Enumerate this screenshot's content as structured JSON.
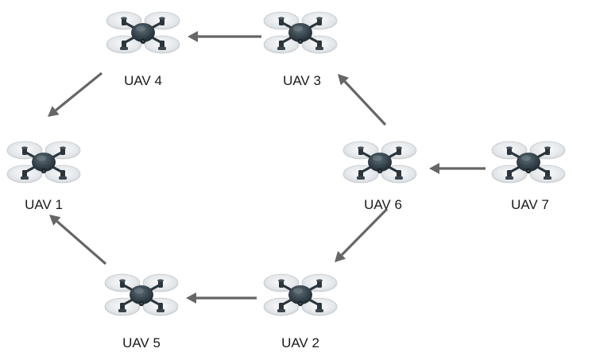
{
  "diagram": {
    "nodes": [
      {
        "id": "uav1",
        "label": "UAV 1",
        "icon": "drone-icon"
      },
      {
        "id": "uav2",
        "label": "UAV 2",
        "icon": "drone-icon"
      },
      {
        "id": "uav3",
        "label": "UAV 3",
        "icon": "drone-icon"
      },
      {
        "id": "uav4",
        "label": "UAV 4",
        "icon": "drone-icon"
      },
      {
        "id": "uav5",
        "label": "UAV 5",
        "icon": "drone-icon"
      },
      {
        "id": "uav6",
        "label": "UAV 6",
        "icon": "drone-icon"
      },
      {
        "id": "uav7",
        "label": "UAV 7",
        "icon": "drone-icon"
      }
    ],
    "edges": [
      {
        "from": "uav7",
        "to": "uav6"
      },
      {
        "from": "uav6",
        "to": "uav3"
      },
      {
        "from": "uav3",
        "to": "uav4"
      },
      {
        "from": "uav4",
        "to": "uav1"
      },
      {
        "from": "uav6",
        "to": "uav2"
      },
      {
        "from": "uav2",
        "to": "uav5"
      },
      {
        "from": "uav5",
        "to": "uav1"
      }
    ],
    "colors": {
      "arrow": "#666666",
      "drone_body": "#2f3a40",
      "propeller": "#dde1e4",
      "label": "#1a1a1a"
    }
  }
}
